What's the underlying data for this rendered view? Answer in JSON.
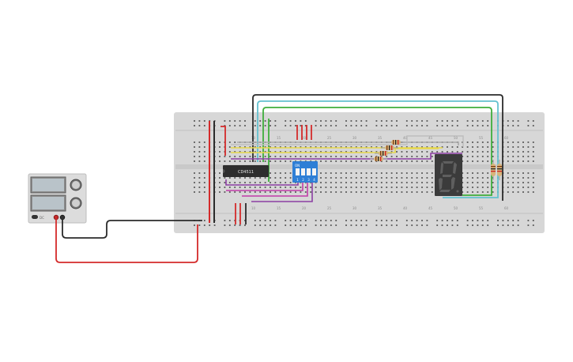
{
  "chip": {
    "label": "CD4511"
  },
  "dip_switch": {
    "on_label": "ON",
    "position_labels": [
      "1",
      "2",
      "3",
      "4"
    ]
  },
  "power_supply": {
    "terminal_label": "DC"
  },
  "breadboard": {
    "top_column_numbers": [
      "10",
      "15",
      "20",
      "25",
      "30",
      "35",
      "40",
      "45",
      "50",
      "55",
      "60"
    ],
    "bottom_column_numbers": [
      "10",
      "15",
      "20",
      "25",
      "30",
      "35",
      "40",
      "45",
      "50",
      "55",
      "60"
    ]
  },
  "colors": {
    "breadboard": "#d7d7d7",
    "wire_red": "#d42a2a",
    "wire_black": "#2b2b2b",
    "wire_yellow": "#e8d94a",
    "wire_purple": "#8c3fa3",
    "wire_magenta": "#c23ca8",
    "wire_green": "#3fae3c",
    "wire_cyan": "#63c1cf",
    "wire_gray": "#a9a9a9",
    "switch_blue": "#2e7fd6",
    "display_body": "#3b3b3b"
  }
}
